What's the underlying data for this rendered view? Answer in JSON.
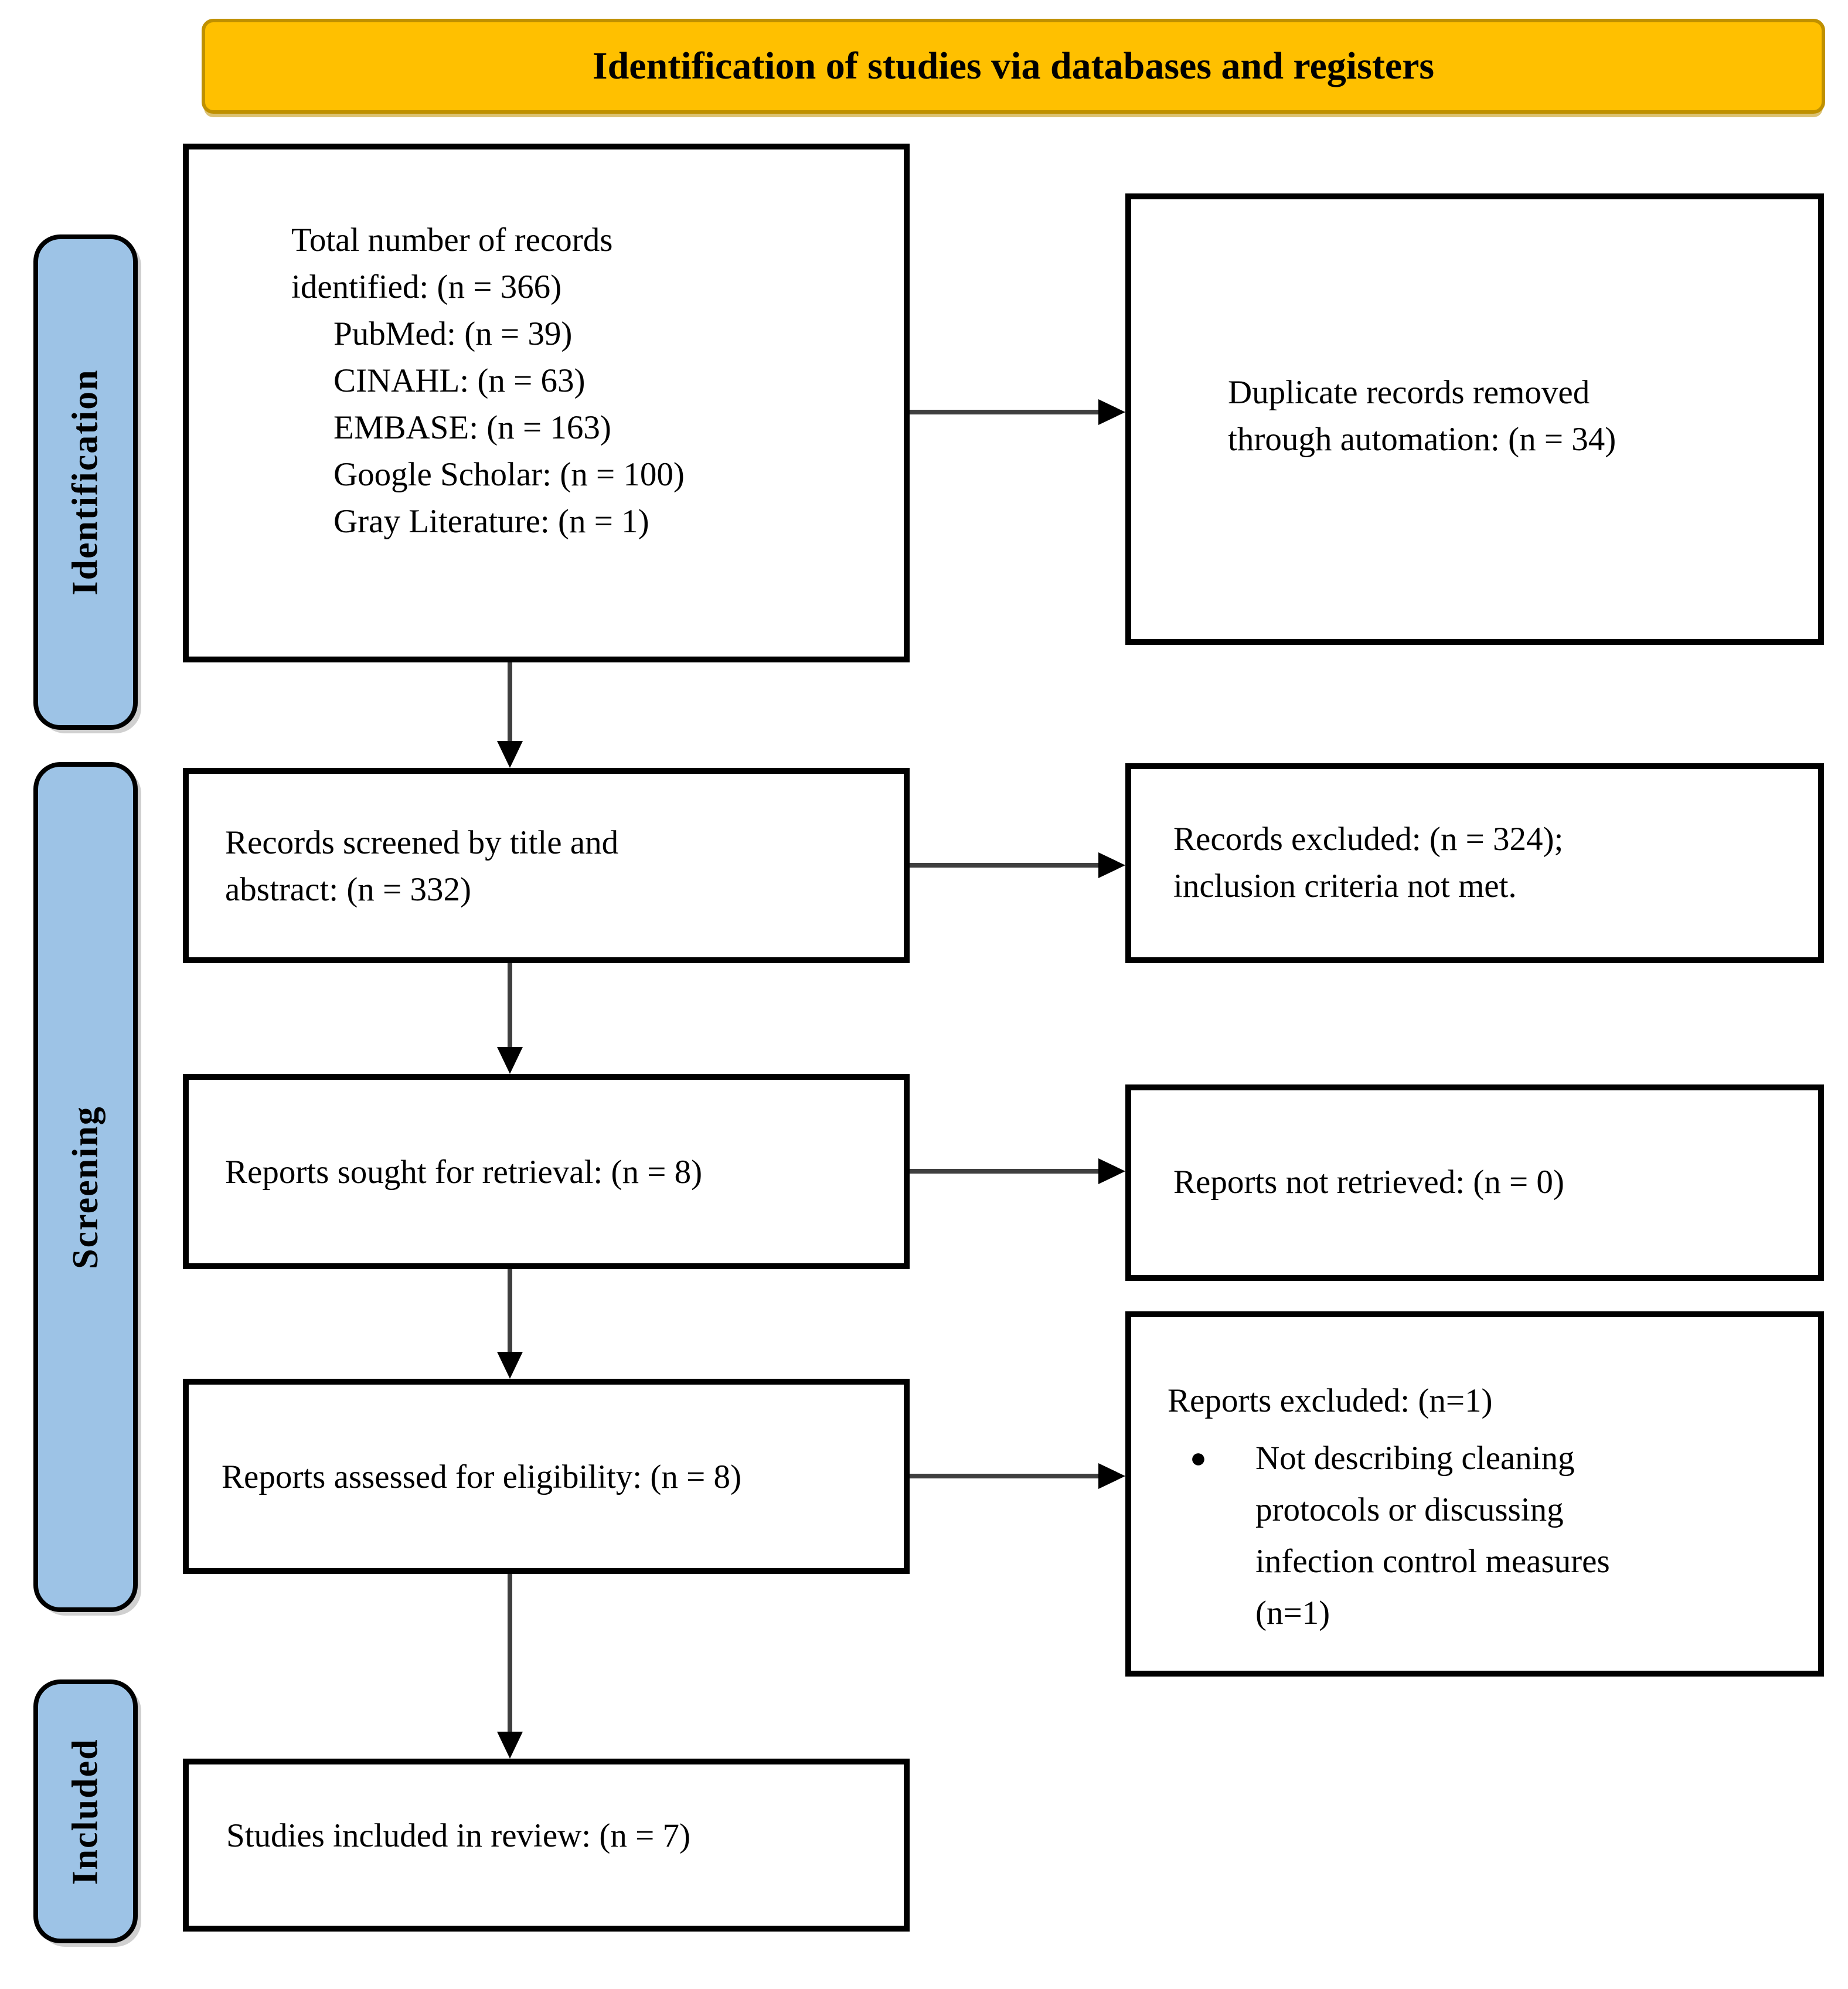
{
  "banner": {
    "title": "Identification of studies via databases and registers",
    "fill": "#FFC000",
    "border_color": "#BF9000"
  },
  "stages": [
    {
      "label": "Identification"
    },
    {
      "label": "Screening"
    },
    {
      "label": "Included"
    }
  ],
  "main_boxes": {
    "identified": {
      "lines": [
        "Total number of records",
        "identified: (n = 366)"
      ],
      "sub_lines": [
        "PubMed: (n = 39)",
        "CINAHL: (n = 63)",
        "EMBASE: (n = 163)",
        "Google Scholar: (n = 100)",
        "Gray Literature: (n = 1)"
      ]
    },
    "screened": {
      "lines": [
        "Records screened by title and",
        "abstract: (n = 332)"
      ]
    },
    "sought": {
      "line": "Reports sought for retrieval: (n = 8)"
    },
    "assessed": {
      "line": "Reports assessed for eligibility: (n = 8)"
    },
    "included": {
      "line": "Studies included in review: (n = 7)"
    }
  },
  "side_boxes": {
    "duplicates_removed": {
      "lines": [
        "Duplicate records removed",
        "through automation: (n = 34)"
      ]
    },
    "records_excluded": {
      "lines": [
        "Records excluded: (n = 324);",
        "inclusion criteria not met."
      ]
    },
    "reports_not_retrieved": {
      "line": "Reports not retrieved: (n = 0)"
    },
    "reports_excluded": {
      "heading": "Reports excluded: (n=1)",
      "bullet_glyph": "●",
      "bullet_lines": [
        "Not describing cleaning",
        "protocols or discussing",
        "infection control measures",
        "(n=1)"
      ]
    }
  },
  "colors": {
    "stage_fill": "#9DC3E6",
    "banner_fill": "#FFC000",
    "banner_border": "#BF9000",
    "box_border": "#000000",
    "arrow_line": "#3F3F3F",
    "arrow_head": "#000000"
  }
}
